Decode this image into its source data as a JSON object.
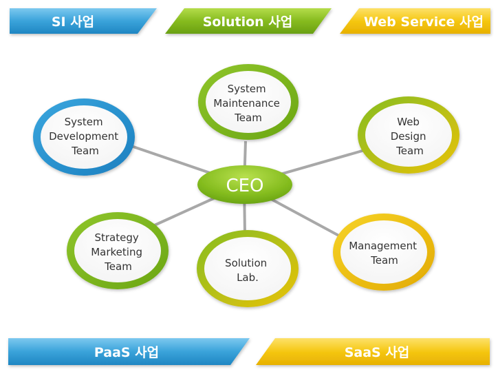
{
  "colors": {
    "blue": "#3a9fd3",
    "green": "#7fb51c",
    "yellow": "#f1c40f",
    "connector": "#a8a8a8"
  },
  "banners": {
    "si": "SI 사업",
    "solution": "Solution 사업",
    "web_service": "Web Service 사업",
    "paas": "PaaS 사업",
    "saas": "SaaS 사업"
  },
  "center": {
    "label": "CEO"
  },
  "teams": {
    "system_maintenance": [
      "System",
      "Maintenance",
      "Team"
    ],
    "system_development": [
      "System",
      "Development",
      "Team"
    ],
    "web_design": [
      "Web",
      "Design",
      "Team"
    ],
    "strategy_marketing": [
      "Strategy",
      "Marketing",
      "Team"
    ],
    "solution_lab": [
      "Solution",
      "Lab."
    ],
    "management": [
      "Management",
      "Team"
    ]
  }
}
